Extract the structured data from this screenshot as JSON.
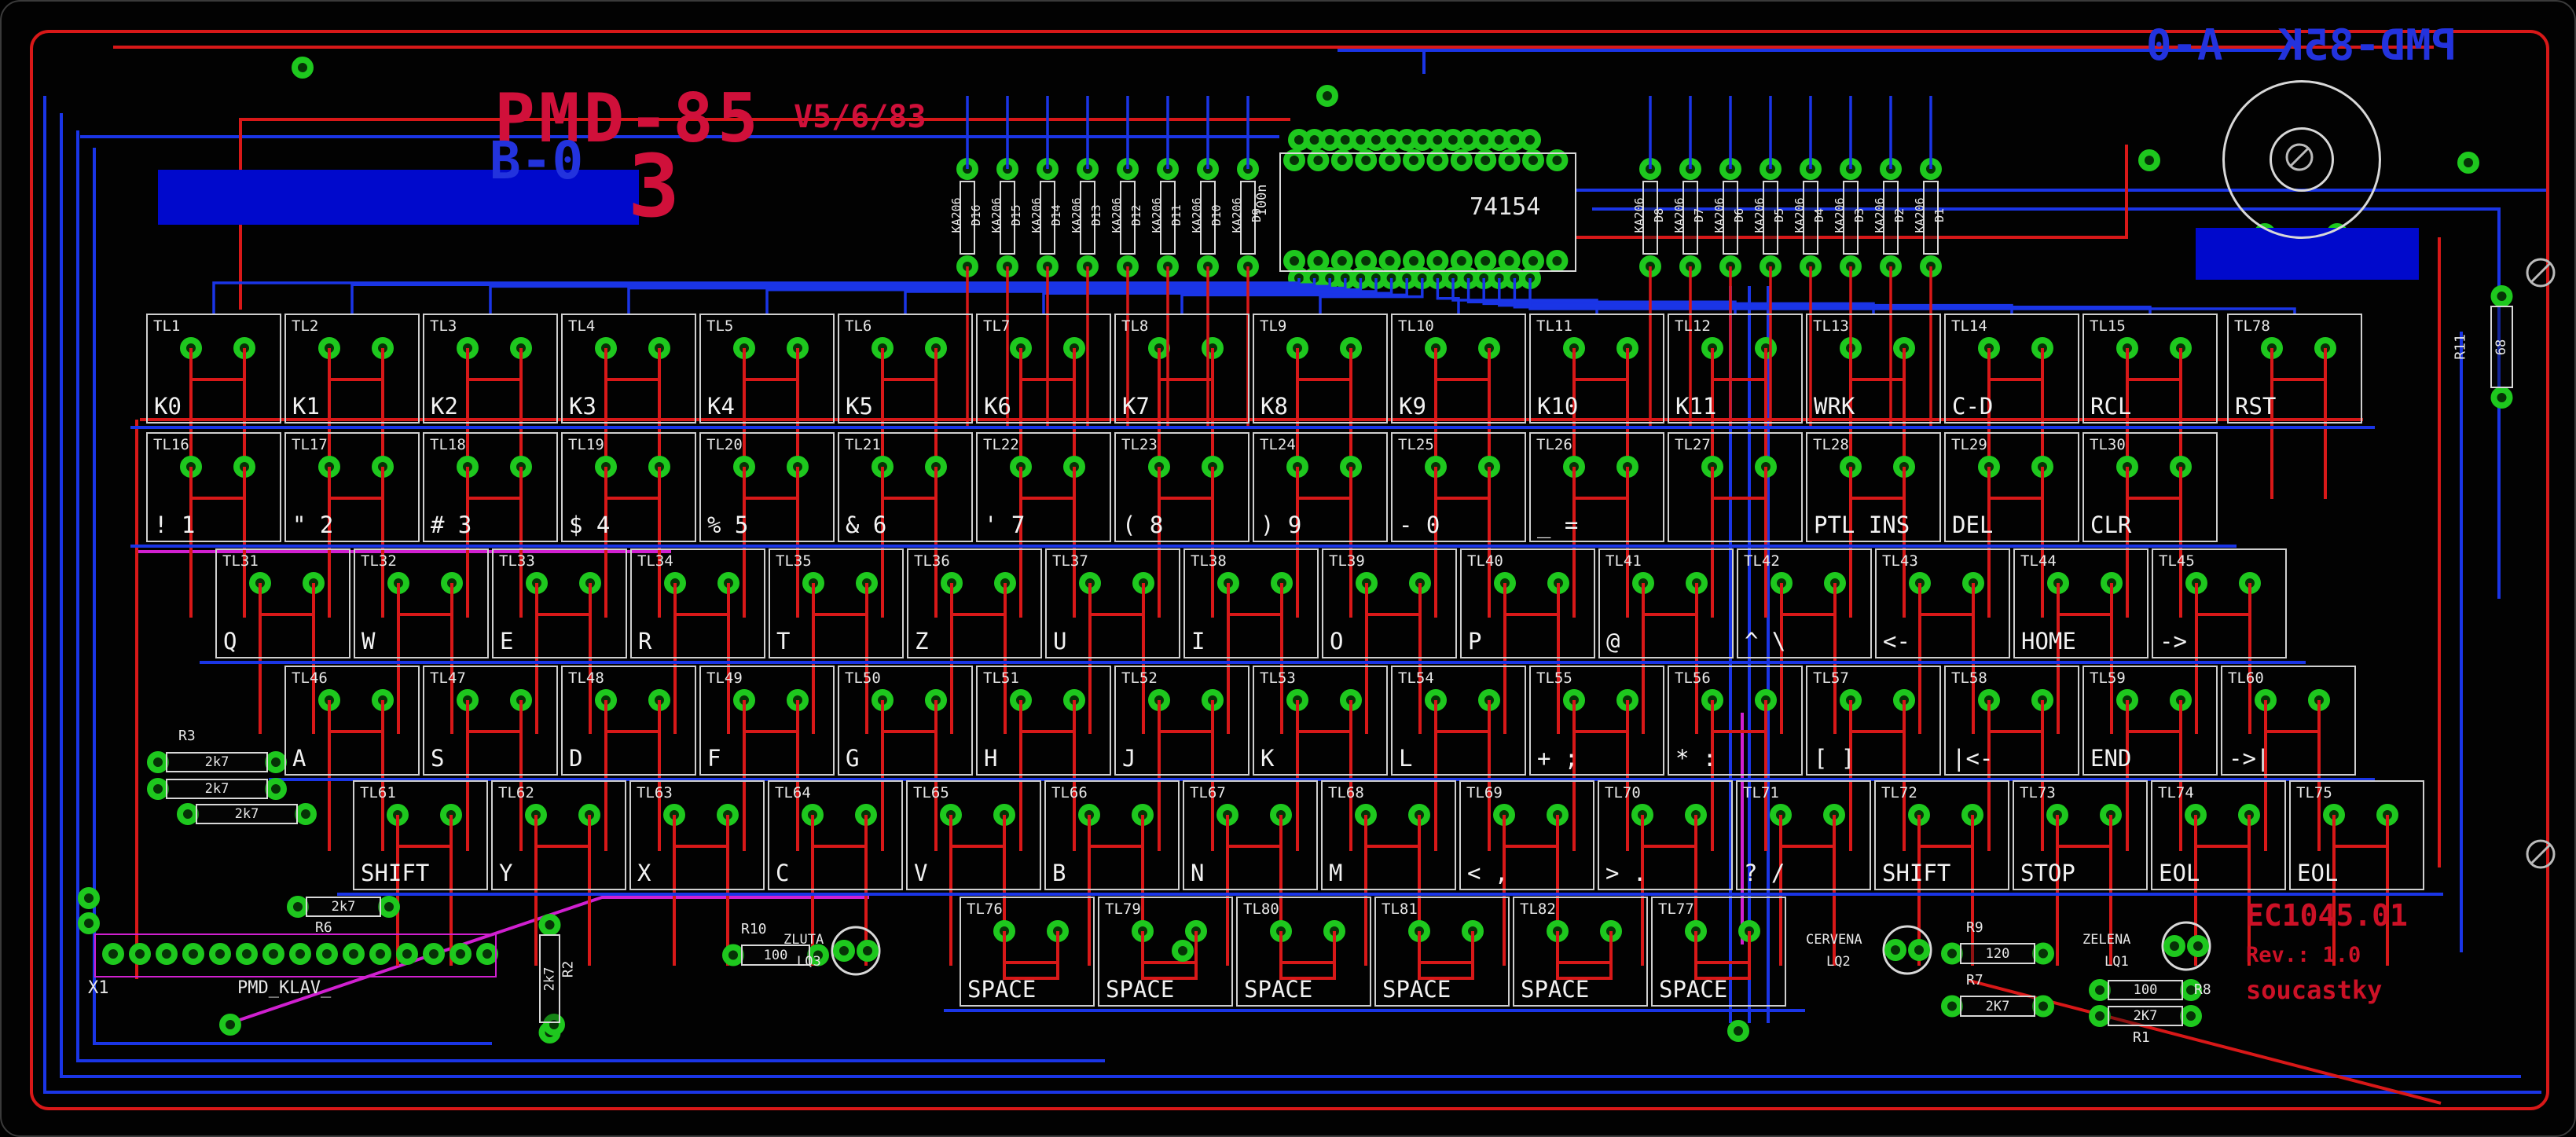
{
  "titles": {
    "title": "PMD-85",
    "version": "V5/6/83",
    "board_rev": "B-0",
    "big_digit": "3",
    "mirror_main": "PMD-85K",
    "mirror_rev": "A-0"
  },
  "ic": {
    "label": "74154",
    "cap": "100n"
  },
  "footer": {
    "code": "EC1045.01",
    "revision": "Rev.: 1.0",
    "note": "soucastky"
  },
  "connector": {
    "ref": "X1",
    "label": "PMD_KLAV_"
  },
  "colors": {
    "trace_blue": "#1a35e6",
    "trace_red": "#d81818",
    "pad_green": "#1ec81e",
    "magenta": "#d020d0",
    "silkscreen": "#e8e8e8",
    "title_red": "#d0103a",
    "label_blue": "#2333dd",
    "solder_blue": "#0009cc"
  },
  "diodes": {
    "part": "KA206",
    "left": [
      "D16",
      "D15",
      "D14",
      "D13",
      "D12",
      "D11",
      "D10",
      "D9"
    ],
    "right": [
      "D8",
      "D7",
      "D6",
      "D5",
      "D4",
      "D3",
      "D2",
      "D1"
    ]
  },
  "leds": [
    {
      "color_name": "ZLUTA",
      "ref": "LQ3"
    },
    {
      "color_name": "CERVENA",
      "ref": "LQ2"
    },
    {
      "color_name": "ZELENA",
      "ref": "LQ1"
    }
  ],
  "resistors": [
    {
      "ref": "R3",
      "value": "2k7"
    },
    {
      "ref": "",
      "value": "2k7"
    },
    {
      "ref": "",
      "value": "2k7"
    },
    {
      "ref": "R6",
      "value": "2k7"
    },
    {
      "ref": "R2",
      "value": "2k7"
    },
    {
      "ref": "R10",
      "value": "100"
    },
    {
      "ref": "R9",
      "value": "120"
    },
    {
      "ref": "R7",
      "value": "2K7"
    },
    {
      "ref": "R8",
      "value": "100"
    },
    {
      "ref": "R1",
      "value": "2K7"
    },
    {
      "ref": "R11",
      "value": "68"
    }
  ],
  "keyboard": {
    "rows": [
      {
        "keys": [
          {
            "tl": "TL1",
            "legend": "K0"
          },
          {
            "tl": "TL2",
            "legend": "K1"
          },
          {
            "tl": "TL3",
            "legend": "K2"
          },
          {
            "tl": "TL4",
            "legend": "K3"
          },
          {
            "tl": "TL5",
            "legend": "K4"
          },
          {
            "tl": "TL6",
            "legend": "K5"
          },
          {
            "tl": "TL7",
            "legend": "K6"
          },
          {
            "tl": "TL8",
            "legend": "K7"
          },
          {
            "tl": "TL9",
            "legend": "K8"
          },
          {
            "tl": "TL10",
            "legend": "K9"
          },
          {
            "tl": "TL11",
            "legend": "K10"
          },
          {
            "tl": "TL12",
            "legend": "K11"
          },
          {
            "tl": "TL13",
            "legend": "WRK"
          },
          {
            "tl": "TL14",
            "legend": "C-D"
          },
          {
            "tl": "TL15",
            "legend": "RCL"
          },
          {
            "tl": "TL78",
            "legend": "RST"
          }
        ]
      },
      {
        "keys": [
          {
            "tl": "TL16",
            "legend": "! 1"
          },
          {
            "tl": "TL17",
            "legend": "\" 2"
          },
          {
            "tl": "TL18",
            "legend": "# 3"
          },
          {
            "tl": "TL19",
            "legend": "$ 4"
          },
          {
            "tl": "TL20",
            "legend": "% 5"
          },
          {
            "tl": "TL21",
            "legend": "& 6"
          },
          {
            "tl": "TL22",
            "legend": "' 7"
          },
          {
            "tl": "TL23",
            "legend": "( 8"
          },
          {
            "tl": "TL24",
            "legend": ") 9"
          },
          {
            "tl": "TL25",
            "legend": "- 0"
          },
          {
            "tl": "TL26",
            "legend": "_ ="
          },
          {
            "tl": "TL27",
            "legend": ""
          },
          {
            "tl": "TL28",
            "legend": "PTL INS"
          },
          {
            "tl": "TL29",
            "legend": "DEL"
          },
          {
            "tl": "TL30",
            "legend": "CLR"
          }
        ]
      },
      {
        "keys": [
          {
            "tl": "TL31",
            "legend": "Q"
          },
          {
            "tl": "TL32",
            "legend": "W"
          },
          {
            "tl": "TL33",
            "legend": "E"
          },
          {
            "tl": "TL34",
            "legend": "R"
          },
          {
            "tl": "TL35",
            "legend": "T"
          },
          {
            "tl": "TL36",
            "legend": "Z"
          },
          {
            "tl": "TL37",
            "legend": "U"
          },
          {
            "tl": "TL38",
            "legend": "I"
          },
          {
            "tl": "TL39",
            "legend": "O"
          },
          {
            "tl": "TL40",
            "legend": "P"
          },
          {
            "tl": "TL41",
            "legend": "@"
          },
          {
            "tl": "TL42",
            "legend": "^ \\"
          },
          {
            "tl": "TL43",
            "legend": "<-"
          },
          {
            "tl": "TL44",
            "legend": "HOME"
          },
          {
            "tl": "TL45",
            "legend": "->"
          }
        ]
      },
      {
        "keys": [
          {
            "tl": "TL46",
            "legend": "A"
          },
          {
            "tl": "TL47",
            "legend": "S"
          },
          {
            "tl": "TL48",
            "legend": "D"
          },
          {
            "tl": "TL49",
            "legend": "F"
          },
          {
            "tl": "TL50",
            "legend": "G"
          },
          {
            "tl": "TL51",
            "legend": "H"
          },
          {
            "tl": "TL52",
            "legend": "J"
          },
          {
            "tl": "TL53",
            "legend": "K"
          },
          {
            "tl": "TL54",
            "legend": "L"
          },
          {
            "tl": "TL55",
            "legend": "+ ;"
          },
          {
            "tl": "TL56",
            "legend": "* :"
          },
          {
            "tl": "TL57",
            "legend": "[ ]"
          },
          {
            "tl": "TL58",
            "legend": "|<-"
          },
          {
            "tl": "TL59",
            "legend": "END"
          },
          {
            "tl": "TL60",
            "legend": "->|"
          }
        ]
      },
      {
        "keys": [
          {
            "tl": "TL61",
            "legend": "SHIFT"
          },
          {
            "tl": "TL62",
            "legend": "Y"
          },
          {
            "tl": "TL63",
            "legend": "X"
          },
          {
            "tl": "TL64",
            "legend": "C"
          },
          {
            "tl": "TL65",
            "legend": "V"
          },
          {
            "tl": "TL66",
            "legend": "B"
          },
          {
            "tl": "TL67",
            "legend": "N"
          },
          {
            "tl": "TL68",
            "legend": "M"
          },
          {
            "tl": "TL69",
            "legend": "< ,"
          },
          {
            "tl": "TL70",
            "legend": "> ."
          },
          {
            "tl": "TL71",
            "legend": "? /"
          },
          {
            "tl": "TL72",
            "legend": "SHIFT"
          },
          {
            "tl": "TL73",
            "legend": "STOP"
          },
          {
            "tl": "TL74",
            "legend": "EOL"
          },
          {
            "tl": "TL75",
            "legend": "EOL"
          }
        ]
      },
      {
        "keys": [
          {
            "tl": "TL76",
            "legend": "SPACE"
          },
          {
            "tl": "TL79",
            "legend": "SPACE"
          },
          {
            "tl": "TL80",
            "legend": "SPACE"
          },
          {
            "tl": "TL81",
            "legend": "SPACE"
          },
          {
            "tl": "TL82",
            "legend": "SPACE"
          },
          {
            "tl": "TL77",
            "legend": "SPACE"
          }
        ]
      }
    ]
  }
}
